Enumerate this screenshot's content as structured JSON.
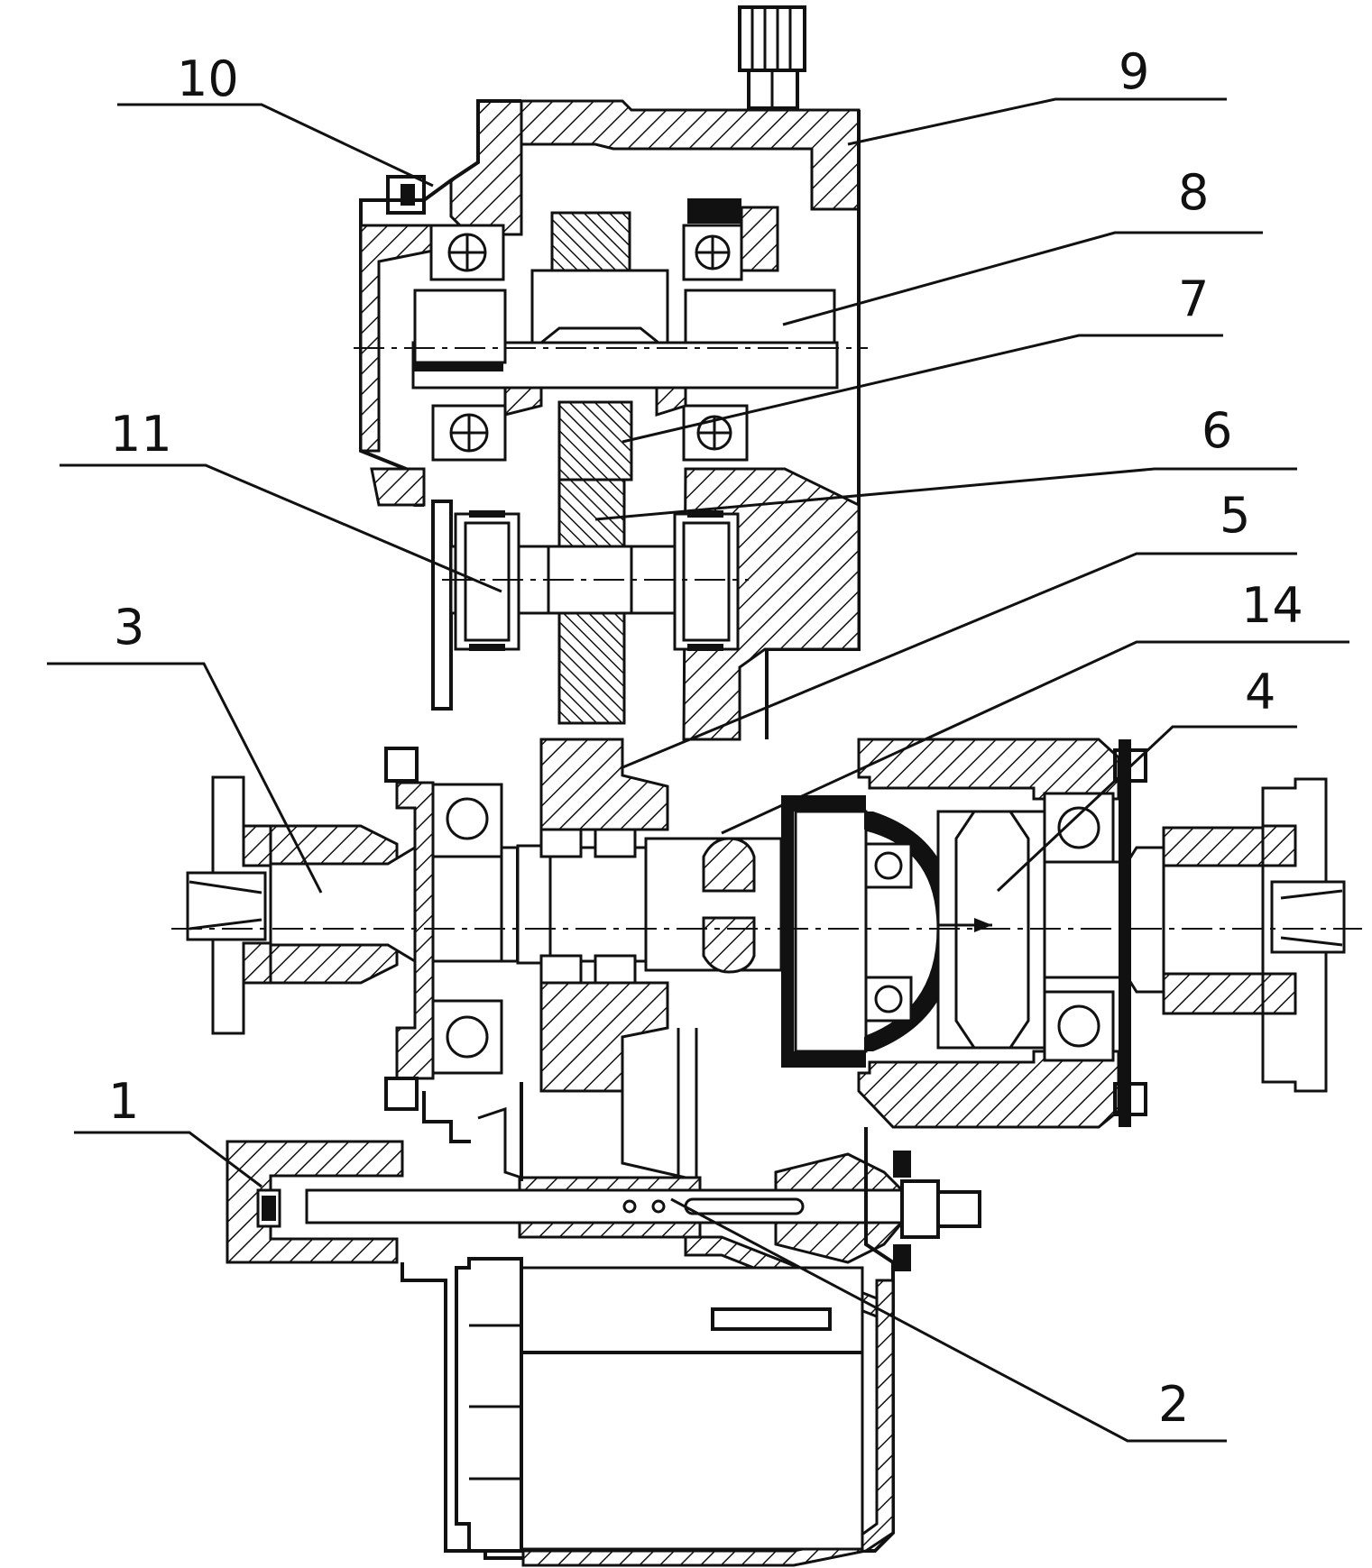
{
  "labels": {
    "l1": "1",
    "l2": "2",
    "l3": "3",
    "l4": "4",
    "l5": "5",
    "l6": "6",
    "l7": "7",
    "l8": "8",
    "l9": "9",
    "l10": "10",
    "l11": "11",
    "l14": "14"
  }
}
